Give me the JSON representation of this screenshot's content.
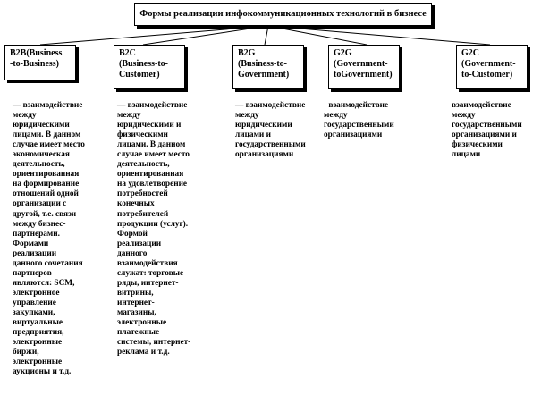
{
  "title": "Формы реализации инфокоммуникационных технологий в бизнесе",
  "categories": [
    {
      "label": "B2B(Business\n-to-Business)",
      "description": "— взаимодействие\nмежду\nюридическими\nлицами. В данном\nслучае имеет место\nэкономическая\nдеятельность,\nориентированная\nна формирование\nотношений одной\nорганизации с\nдругой, т.е. связи\nмежду бизнес-\nпартнерами.\nФормами\nреализации\nданного сочетания\nпартнеров\nявляются: SCM,\nэлектронное\nуправление\nзакупками,\nвиртуальные\nпредприятия,\nэлектронные\nбиржи,\nэлектронные\nаукционы и т.д."
    },
    {
      "label": "B2C\n(Business-to-\nCustomer)",
      "description": "— взаимодействие\nмежду\nюридическими и\nфизическими\nлицами. В данном\nслучае имеет место\nдеятельность,\nориентированная\nна удовлетворение\nпотребностей\nконечных\nпотребителей\nпродукции (услуг).\nФормой\nреализации\nданного\nвзаимодействия\nслужат: торговые\nряды, интернет-\nвитрины,\nинтернет-\nмагазины,\nэлектронные\nплатежные\nсистемы, интернет-\nреклама и т.д."
    },
    {
      "label": "B2G\n(Business-to-\nGovernment)",
      "description": "— взаимодействие\nмежду\nюридическими\nлицами и\nгосударственными\nорганизациями"
    },
    {
      "label": "G2G\n(Government-\ntoGovernment)",
      "description": "- взаимодействие\nмежду\nгосударственными\nорганизациями"
    },
    {
      "label": "G2C\n(Government-\nto-Customer)",
      "description": "взаимодействие\nмежду\nгосударственными\nорганизациями и\nфизическими\nлицами"
    }
  ]
}
